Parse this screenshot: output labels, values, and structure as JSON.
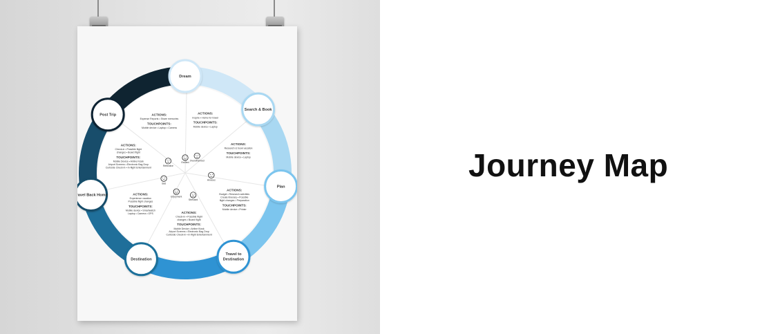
{
  "title": "Journey Map",
  "poster": {
    "stages": [
      {
        "label": "Dream"
      },
      {
        "label": "Search & Book"
      },
      {
        "label": "Plan"
      },
      {
        "label": "Travel to",
        "label2": "Destination"
      },
      {
        "label": "Destination"
      },
      {
        "label": "Travel Back Home"
      },
      {
        "label": "Post Trip"
      }
    ],
    "segments": [
      {
        "actions": "ACTIONS:",
        "actions_text": "Inspire • Home for travel",
        "touch": "TOUCHPOINTS:",
        "touch_text": "Mobile device • Laptop"
      },
      {
        "actions": "ACTIONS:",
        "actions_text": "Research & book vacation",
        "touch": "TOUCHPOINTS:",
        "touch_text": "Mobile device • Laptop"
      },
      {
        "actions": "ACTIONS:",
        "actions_text": "Budget • Research activities",
        "actions_text2": "Create itinerary • Possible",
        "actions_text3": "flight changes • Preparation",
        "touch": "TOUCHPOINTS:",
        "touch_text": "Mobile device • Printer"
      },
      {
        "actions": "ACTIONS:",
        "actions_text": "Check-in • Possible flight",
        "actions_text2": "changes • Board flight",
        "touch": "TOUCHPOINTS:",
        "touch_text": "Mobile Device • Airline Kiosk",
        "touch_text2": "Airport Screens • Electronic Bag Drop",
        "touch_text3": "Curbside Check-in • In-flight Entertainment"
      },
      {
        "actions": "ACTIONS:",
        "actions_text": "Experience vacation",
        "actions_text2": "Possible flight changes",
        "touch": "TOUCHPOINTS:",
        "touch_text": "Mobile device • Smartwatch",
        "touch_text2": "Laptop • Camera • GPS"
      },
      {
        "actions": "ACTIONS:",
        "actions_text": "Check-in • Possible flight",
        "actions_text2": "changes • Board flight",
        "touch": "TOUCHPOINTS:",
        "touch_text": "Mobile Device • Airline Kiosk",
        "touch_text2": "Airport Screens • Electronic Bag Drop",
        "touch_text3": "Curbside Check-in • In-flight Entertainment"
      },
      {
        "actions": "ACTIONS:",
        "actions_text": "Expense Reports • Share memories",
        "touch": "TOUCHPOINTS:",
        "touch_text": "Mobile device • Laptop • Camera"
      }
    ],
    "emotions": [
      "Excited",
      "Overwhelmed",
      "Anxious",
      "Stressed",
      "Enjoyment",
      "Sad",
      "Reflective"
    ]
  },
  "colors": {
    "ring": [
      "#cfe7f7",
      "#a9d8f2",
      "#7cc5ee",
      "#2f93d3",
      "#1f6f9a",
      "#184d6b",
      "#0f2431"
    ],
    "accent_text": "#111111"
  }
}
